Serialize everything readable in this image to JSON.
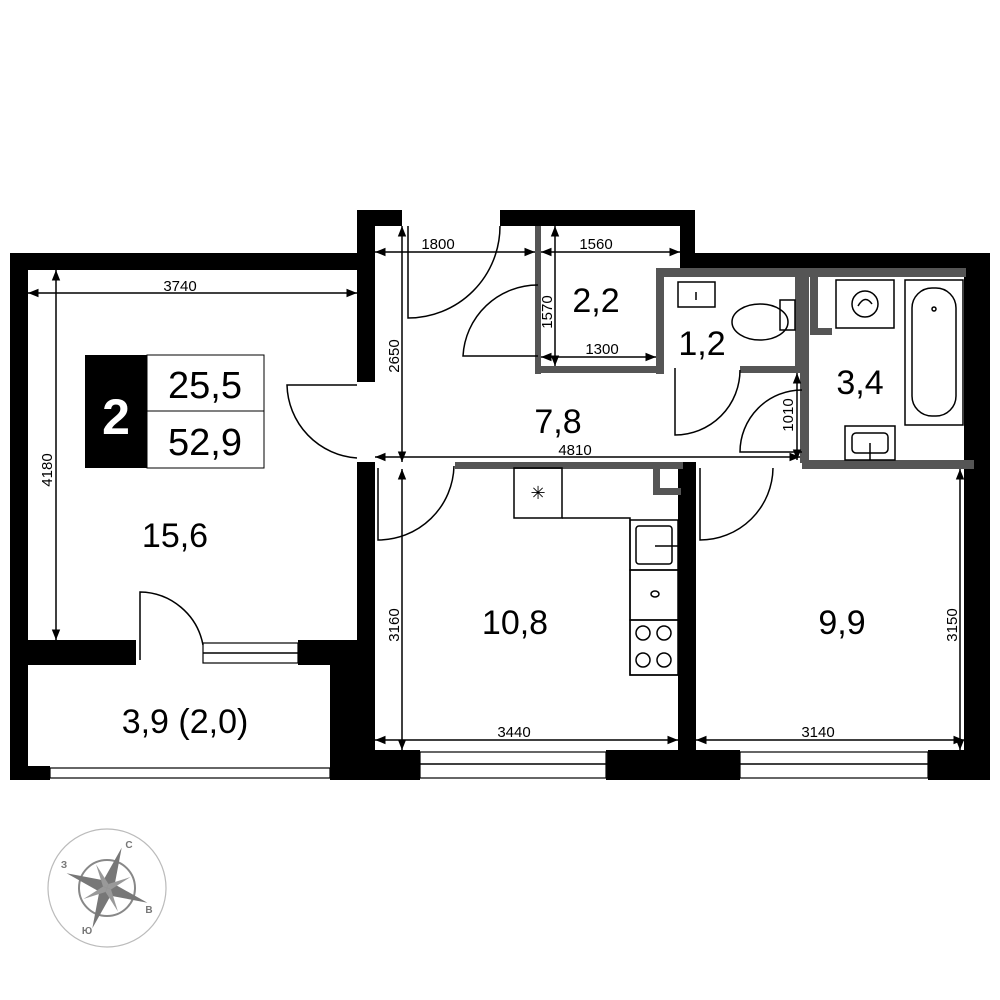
{
  "badge": {
    "rooms": "2",
    "living_area": "25,5",
    "total_area": "52,9"
  },
  "rooms": {
    "living_room": "15,6",
    "balcony": "3,9 (2,0)",
    "hallway": "7,8",
    "storage": "2,2",
    "toilet": "1,2",
    "bathroom": "3,4",
    "kitchen": "10,8",
    "bedroom": "9,9"
  },
  "dimensions": {
    "living_width": "3740",
    "living_depth": "4180",
    "hall_top": "1800",
    "storage_width": "1560",
    "storage_depth": "1570",
    "storage_bottom": "1300",
    "hall_depth": "2650",
    "hall_length": "4810",
    "bath_door": "1010",
    "kitchen_depth": "3160",
    "kitchen_width": "3440",
    "bedroom_width": "3140",
    "bedroom_depth": "3150"
  },
  "compass": {
    "north": "С",
    "east": "В",
    "south": "Ю",
    "west": "З"
  }
}
